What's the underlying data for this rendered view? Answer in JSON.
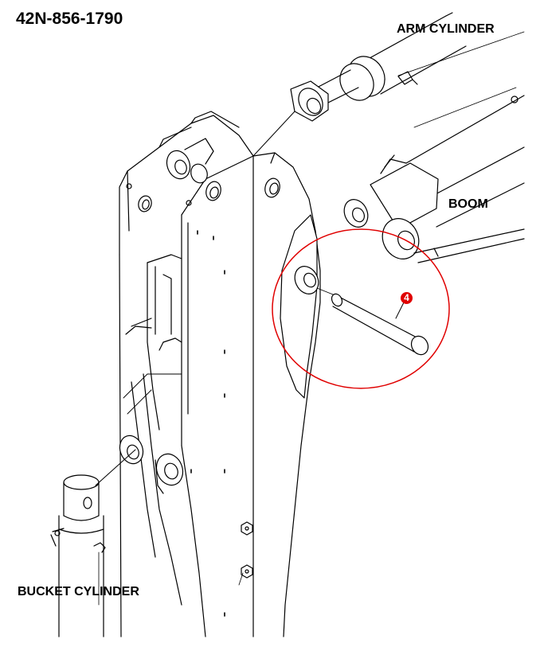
{
  "part_number": "42N-856-1790",
  "labels": {
    "arm_cylinder": "ARM CYLINDER",
    "boom": "BOOM",
    "bucket_cylinder": "BUCKET CYLINDER"
  },
  "callout": {
    "number": "4"
  },
  "colors": {
    "callout_ring": "#e00000",
    "line_art": "#000000",
    "background": "#ffffff"
  }
}
